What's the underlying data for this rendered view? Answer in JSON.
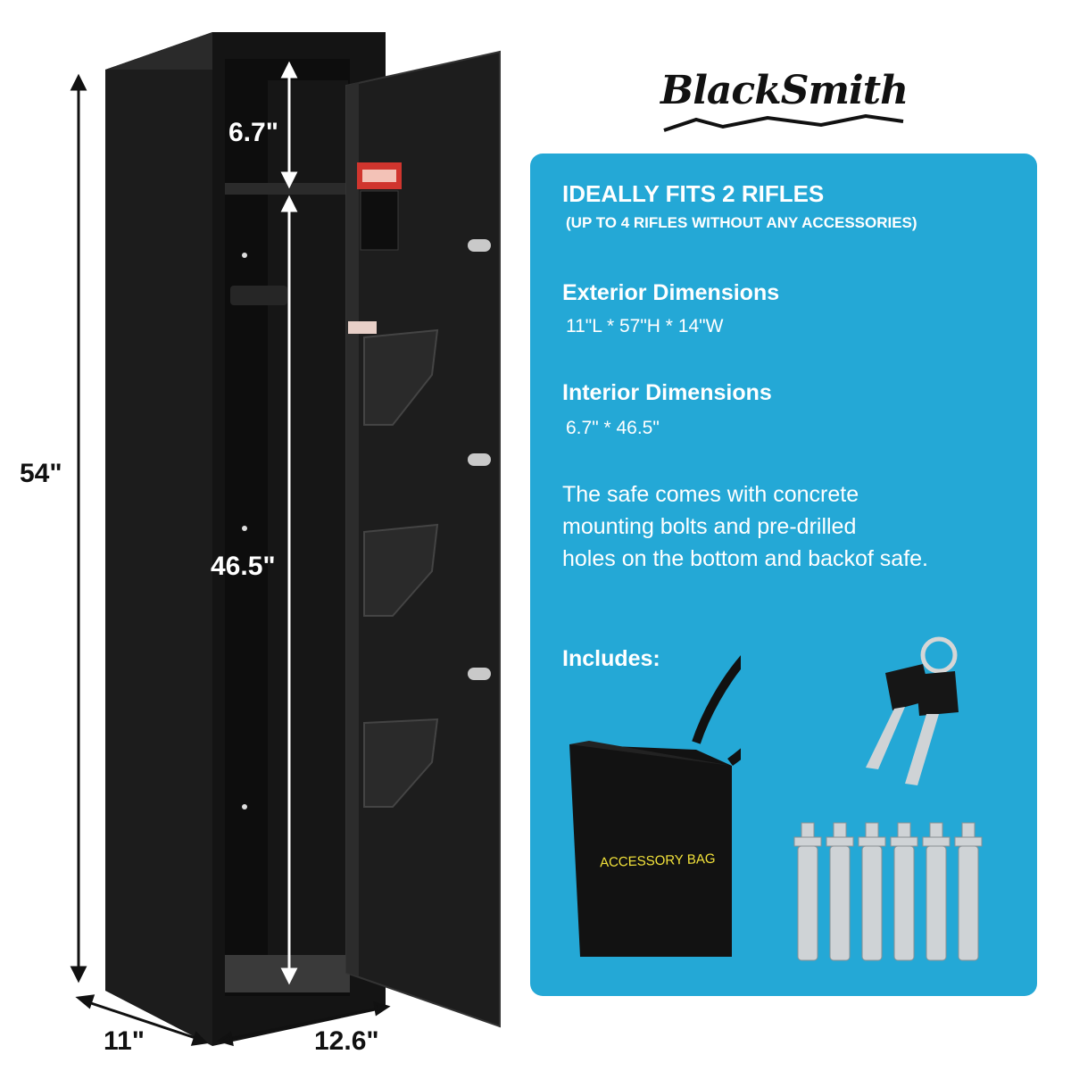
{
  "logo": {
    "text": "BlackSmith"
  },
  "dimensions": {
    "height_total": "54\"",
    "interior_top": "6.7\"",
    "interior_main": "46.5\"",
    "depth": "11\"",
    "width": "12.6\""
  },
  "panel": {
    "headline": "IDEALLY FITS 2 RIFLES",
    "headline_note": "(UP TO 4 RIFLES WITHOUT ANY ACCESSORIES)",
    "exterior_title": "Exterior Dimensions",
    "exterior_value": "11\"L * 57\"H * 14\"W",
    "interior_title": "Interior Dimensions",
    "interior_value": "6.7\" * 46.5\"",
    "description_lines": [
      "The safe comes with concrete",
      "mounting bolts and pre-drilled",
      "holes on the bottom and backof safe."
    ],
    "includes_label": "Includes:",
    "bag_label": "ACCESSORY BAG"
  },
  "colors": {
    "panel": "#24a8d6",
    "safe": "#1a1a1a",
    "text": "#111111"
  },
  "icons": [
    "arrow-icon",
    "key-icon",
    "bolt-icon",
    "bag-icon"
  ]
}
